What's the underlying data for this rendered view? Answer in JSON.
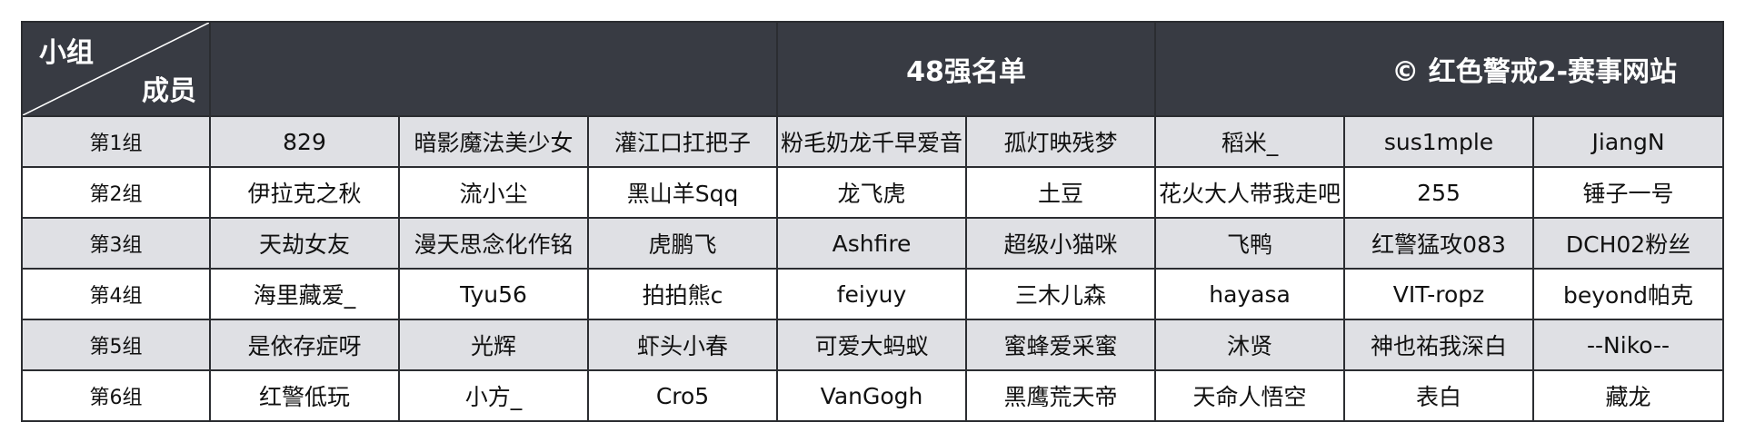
{
  "header": {
    "corner_top": "小组",
    "corner_bottom": "成员",
    "title": "48强名单",
    "site": "© 红色警戒2-赛事网站"
  },
  "rows": [
    {
      "group": "第1组",
      "members": [
        "829",
        "暗影魔法美少女",
        "灌江口扛把子",
        "粉毛奶龙千早爱音",
        "孤灯映残梦",
        "稻米_",
        "sus1mple",
        "JiangN"
      ]
    },
    {
      "group": "第2组",
      "members": [
        "伊拉克之秋",
        "流小尘",
        "黑山羊Sqq",
        "龙飞虎",
        "土豆",
        "花火大人带我走吧",
        "255",
        "锤子一号"
      ]
    },
    {
      "group": "第3组",
      "members": [
        "天劫女友",
        "漫天思念化作铭",
        "虎鹏飞",
        "Ashfire",
        "超级小猫咪",
        "飞鸭",
        "红警猛攻083",
        "DCH02粉丝"
      ]
    },
    {
      "group": "第4组",
      "members": [
        "海里藏爱_",
        "Tyu56",
        "拍拍熊c",
        "feiyuy",
        "三木儿森",
        "hayasa",
        "VIT-ropz",
        "beyond帕克"
      ]
    },
    {
      "group": "第5组",
      "members": [
        "是依存症呀",
        "光辉",
        "虾头小春",
        "可爱大蚂蚁",
        "蜜蜂爱采蜜",
        "沐贤",
        "神也祐我深白",
        "--Niko--"
      ]
    },
    {
      "group": "第6组",
      "members": [
        "红警低玩",
        "小方_",
        "Cro5",
        "VanGogh",
        "黑鹰荒天帝",
        "天命人悟空",
        "表白",
        "藏龙"
      ]
    }
  ],
  "colors": {
    "header_bg": "#383b43",
    "odd_row_bg": "#dfe0e4",
    "even_row_bg": "#ffffff",
    "border": "#2b2d31"
  }
}
